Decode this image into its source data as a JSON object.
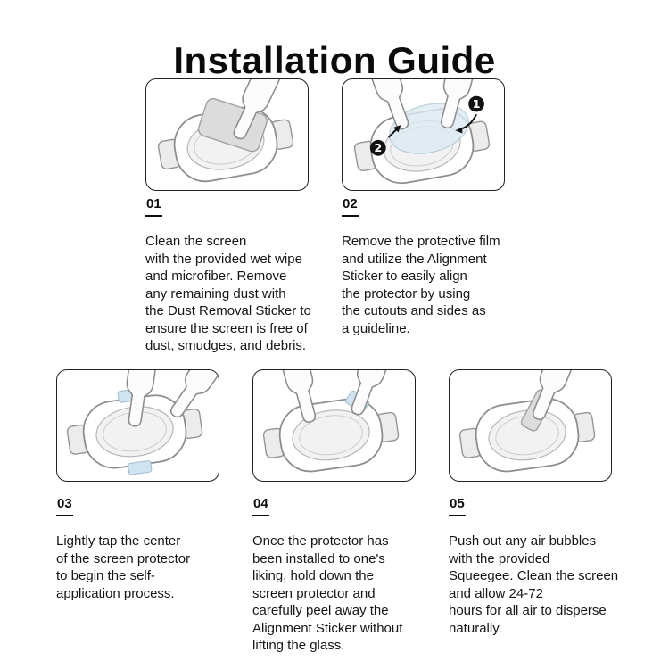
{
  "page": {
    "title": "Installation Guide"
  },
  "colors": {
    "ink": "#111111",
    "sticker_blue": "#cfe4ee",
    "cloth_gray": "#dcdcdc",
    "box_border": "#202020"
  },
  "steps": [
    {
      "number": "01",
      "text": "Clean the screen\nwith the provided wet wipe\nand microfiber. Remove\nany remaining dust with\nthe Dust Removal Sticker to\nensure the screen is free of\ndust, smudges, and debris."
    },
    {
      "number": "02",
      "text": "Remove the protective film\nand utilize the Alignment\nSticker to easily align\nthe protector by using\nthe cutouts and sides as\na guideline."
    },
    {
      "number": "03",
      "text": "Lightly tap the center\nof the screen protector\nto begin the self-\napplication process."
    },
    {
      "number": "04",
      "text": "Once the protector has\nbeen installed to one's\nliking, hold down the\nscreen protector and\ncarefully peel away the\nAlignment Sticker without\nlifting the glass."
    },
    {
      "number": "05",
      "text": "Push out any air bubbles\nwith the provided\nSqueegee. Clean the screen\nand allow 24-72\nhours for all air to disperse\nnaturally."
    }
  ],
  "illustration": {
    "badges": [
      "1",
      "2"
    ]
  }
}
